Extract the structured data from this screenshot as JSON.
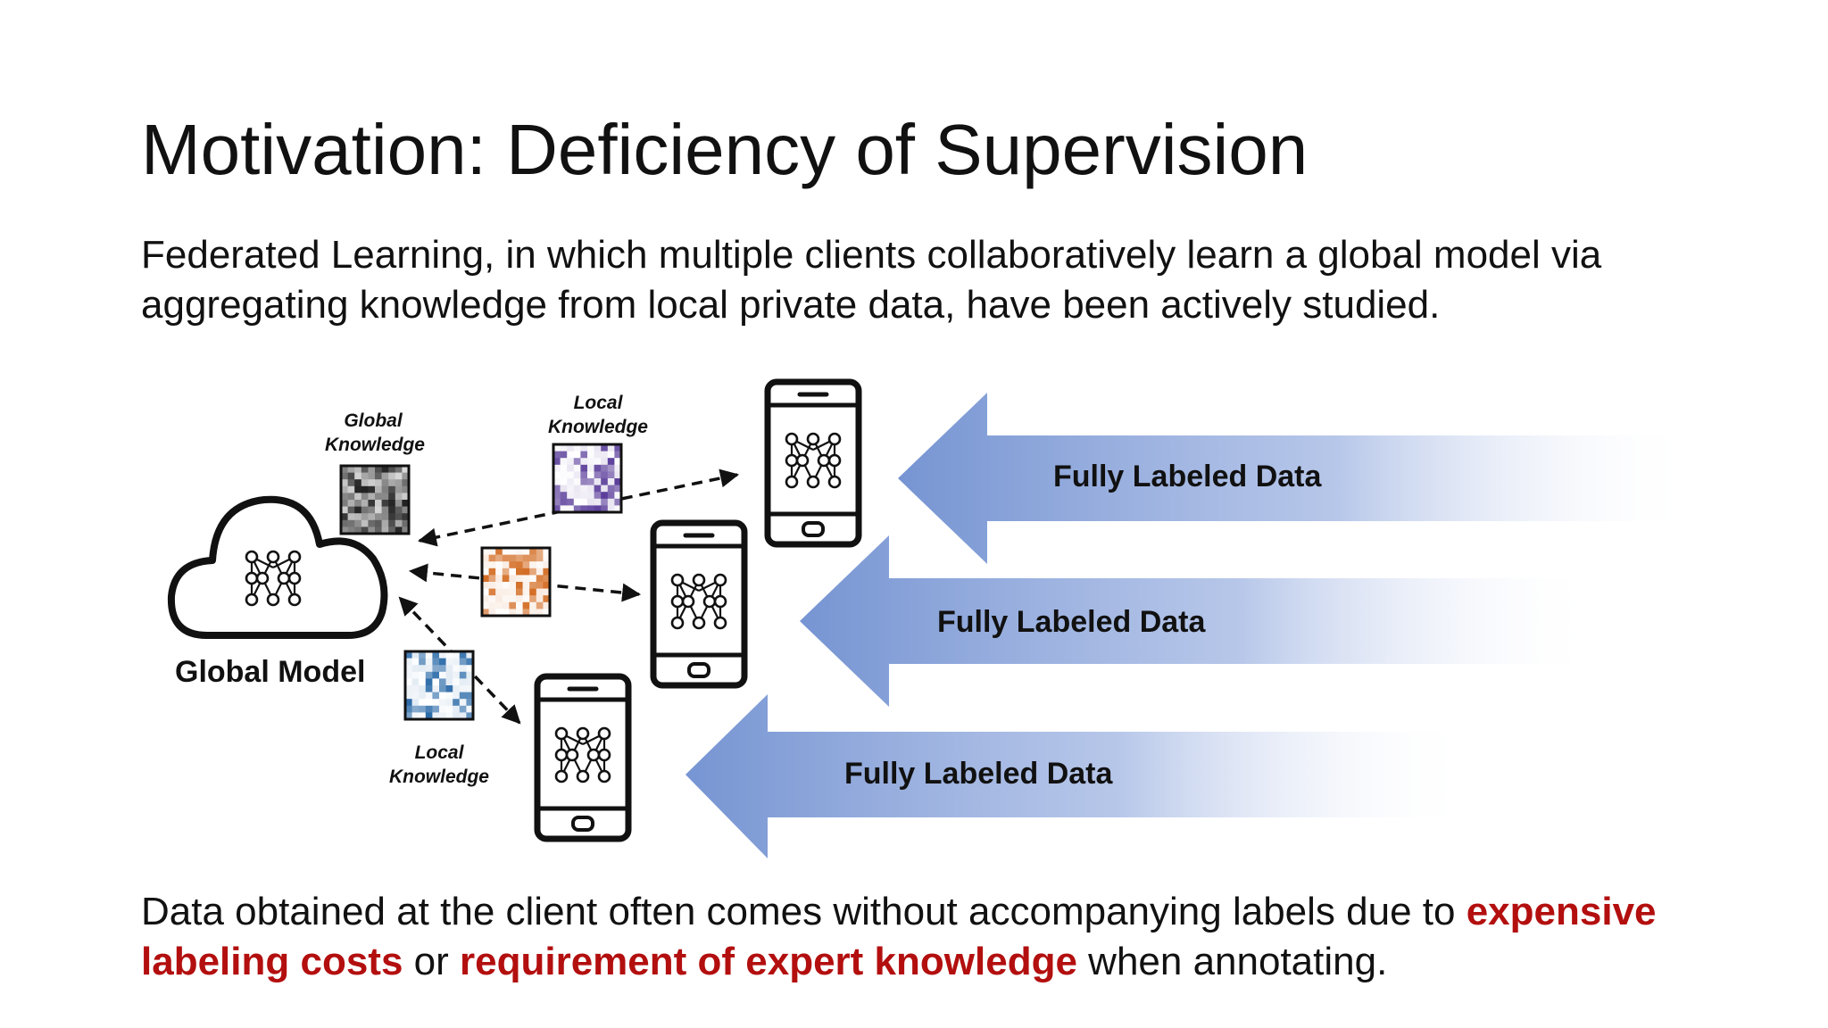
{
  "slide": {
    "title": "Motivation: Deficiency of Supervision",
    "intro": "Federated Learning, in which multiple clients collaboratively learn a global model via aggregating knowledge from local private data, have been actively studied.",
    "conclusion": {
      "part1": "Data obtained at the client often comes without accompanying labels due to ",
      "highlight1": "expensive labeling costs",
      "part2": " or ",
      "highlight2": "requirement of expert knowledge",
      "part3": " when annotating."
    }
  },
  "diagram": {
    "global_model_label": "Global Model",
    "global_knowledge": [
      "Global",
      "Knowledge"
    ],
    "local_knowledge_top": [
      "Local",
      "Knowledge"
    ],
    "local_knowledge_bottom": [
      "Local",
      "Knowledge"
    ],
    "arrows": [
      {
        "label": "Fully Labeled Data"
      },
      {
        "label": "Fully Labeled Data"
      },
      {
        "label": "Fully Labeled Data"
      }
    ]
  },
  "colors": {
    "highlight": "#b30f0f",
    "arrow_blue": "#6f8fd0",
    "global_patch": "#555555",
    "patch_purple": "#5a3d9a",
    "patch_orange": "#d2691e",
    "patch_blue": "#2a6aa8"
  }
}
